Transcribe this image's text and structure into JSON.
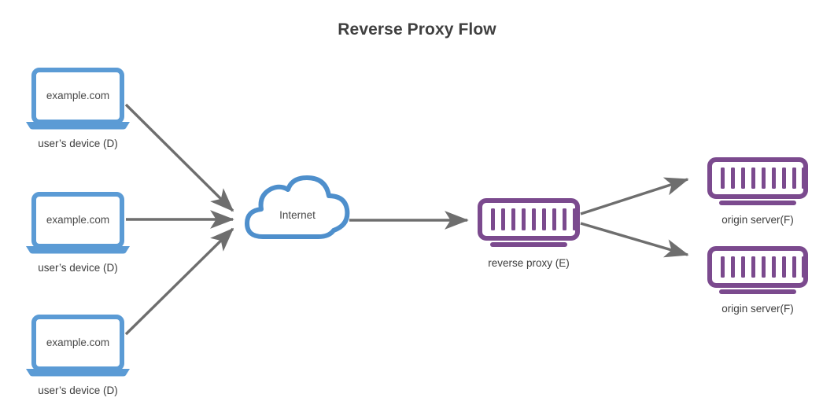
{
  "title": "Reverse Proxy Flow",
  "colors": {
    "blue": "#5B9BD5",
    "purple": "#7B4A8E",
    "arrow": "#6E6E6E",
    "text": "#3d3d3d",
    "title": "#404040",
    "background": "#ffffff"
  },
  "devices": [
    {
      "screen_text": "example.com",
      "label": "user’s device (D)"
    },
    {
      "screen_text": "example.com",
      "label": "user’s device (D)"
    },
    {
      "screen_text": "example.com",
      "label": "user’s device (D)"
    }
  ],
  "cloud": {
    "label": "Internet"
  },
  "proxy": {
    "label": "reverse proxy (E)",
    "bar_count": 9
  },
  "origin_servers": [
    {
      "label": "origin server(F)",
      "bar_count": 9
    },
    {
      "label": "origin server(F)",
      "bar_count": 9
    }
  ],
  "connections": [
    {
      "from": "user’s device (D)",
      "to": "Internet"
    },
    {
      "from": "user’s device (D)",
      "to": "Internet"
    },
    {
      "from": "user’s device (D)",
      "to": "Internet"
    },
    {
      "from": "Internet",
      "to": "reverse proxy (E)"
    },
    {
      "from": "reverse proxy (E)",
      "to": "origin server(F)"
    },
    {
      "from": "reverse proxy (E)",
      "to": "origin server(F)"
    }
  ]
}
